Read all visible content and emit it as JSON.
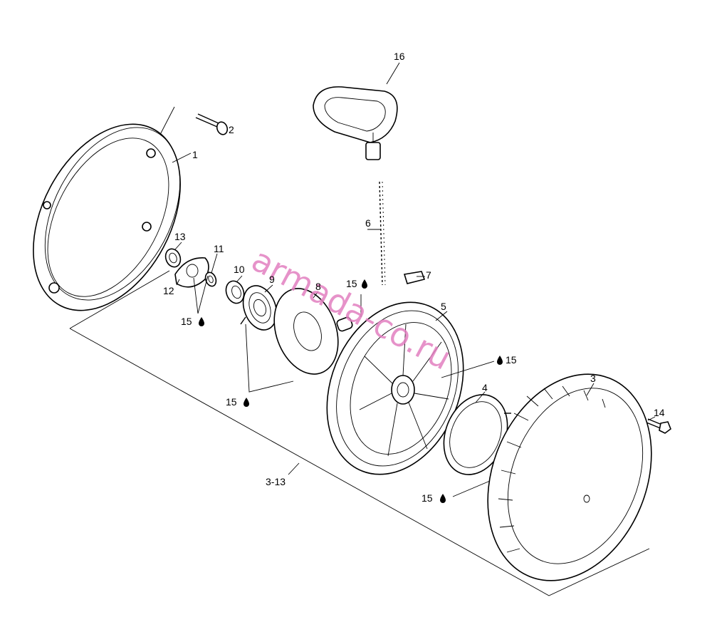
{
  "labels": {
    "p1": "1",
    "p2": "2",
    "p3": "3",
    "p4": "4",
    "p5": "5",
    "p6": "6",
    "p7": "7",
    "p8": "8",
    "p9": "9",
    "p10": "10",
    "p11": "11",
    "p12": "12",
    "p13": "13",
    "p14": "14",
    "p16": "16",
    "range": "3-13",
    "grease_a": "15",
    "grease_b": "15",
    "grease_c": "15",
    "grease_d": "15",
    "grease_e": "15"
  },
  "watermark": "armada-co.ru",
  "colors": {
    "watermark": "#e27fc0",
    "lines": "#000000"
  },
  "icons": {
    "grease": "oil-drop-icon"
  }
}
